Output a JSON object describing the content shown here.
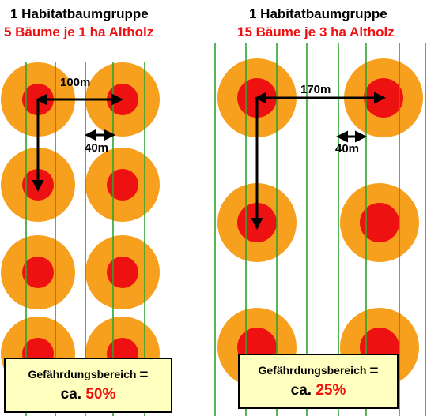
{
  "left": {
    "title": "1 Habitatbaumgruppe",
    "subtitle": "5 Bäume je 1 ha Altholz",
    "distance_label": "100m",
    "strip_label": "40m",
    "box": {
      "label": "Gefährdungsbereich",
      "equals": "=",
      "prefix": "ca.",
      "value": "50%"
    }
  },
  "right": {
    "title": "1 Habitatbaumgruppe",
    "subtitle": "15 Bäume je 3 ha Altholz",
    "distance_label": "170m",
    "strip_label": "40m",
    "box": {
      "label": "Gefährdungsbereich",
      "equals": "=",
      "prefix": "ca.",
      "value": "25%"
    }
  },
  "colors": {
    "outer_zone": "#f7a01e",
    "inner_zone": "#ee1111",
    "lines": "#2ea32e",
    "box_fill": "#ffffbf",
    "highlight": "#ee1111"
  }
}
